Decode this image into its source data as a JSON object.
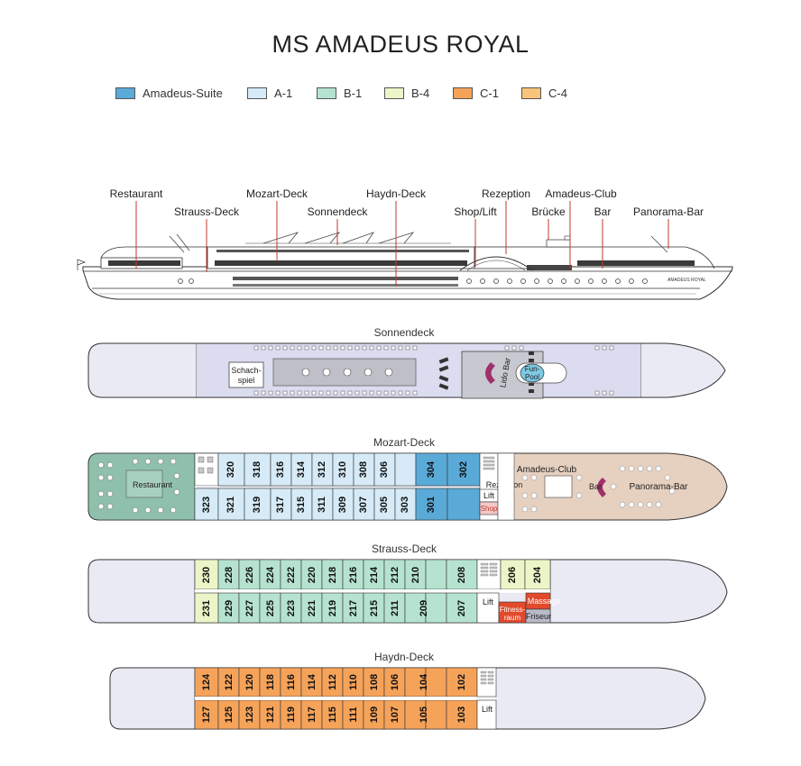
{
  "title": "MS AMADEUS ROYAL",
  "colors": {
    "Amadeus-Suite": "#5aaad8",
    "A-1": "#d6ebf7",
    "B-1": "#b6e3cf",
    "B-4": "#ecf5c8",
    "C-1": "#f6a35a",
    "C-4": "#f8c47a",
    "hull": "#e9eaf3",
    "deck_fill": "#dcdcf0",
    "restaurant": "#8fc0ac",
    "club": "#e6d0c0"
  },
  "legend": [
    {
      "label": "Amadeus-Suite",
      "color": "#5aaad8"
    },
    {
      "label": "A-1",
      "color": "#d6ebf7"
    },
    {
      "label": "B-1",
      "color": "#b6e3cf"
    },
    {
      "label": "B-4",
      "color": "#ecf5c8"
    },
    {
      "label": "C-1",
      "color": "#f6a35a"
    },
    {
      "label": "C-4",
      "color": "#f8c47a"
    }
  ],
  "side_view": {
    "labels": {
      "restaurant": "Restaurant",
      "strauss": "Strauss-Deck",
      "mozart": "Mozart-Deck",
      "sonnendeck": "Sonnendeck",
      "haydn": "Haydn-Deck",
      "shop": "Shop/Lift",
      "rezeption": "Rezeption",
      "bruecke": "Brücke",
      "club": "Amadeus-Club",
      "bar": "Bar",
      "panorama": "Panorama-Bar"
    },
    "ship_name": "AMADEUS ROYAL"
  },
  "decks": {
    "sonnendeck": {
      "title": "Sonnendeck",
      "schach": "Schach-spiel",
      "lido": "Lido Bar",
      "pool": "Fun-Pool"
    },
    "mozart": {
      "title": "Mozart-Deck",
      "restaurant": "Restaurant",
      "rezeption": "Rezeption",
      "lift": "Lift",
      "shop": "Shop",
      "club": "Amadeus-Club",
      "bar": "Bar",
      "panorama": "Panorama-Bar",
      "top": [
        "320",
        "318",
        "316",
        "314",
        "312",
        "310",
        "308",
        "306",
        "304",
        "302"
      ],
      "bottom": [
        "323",
        "321",
        "319",
        "317",
        "315",
        "311",
        "309",
        "307",
        "305",
        "303",
        "301"
      ]
    },
    "strauss": {
      "title": "Strauss-Deck",
      "lift": "Lift",
      "fitness": "Fitness-raum",
      "massage": "Massage",
      "friseur": "Friseur",
      "top": [
        "230",
        "228",
        "226",
        "224",
        "222",
        "220",
        "218",
        "216",
        "214",
        "212",
        "210",
        "208",
        "206",
        "204"
      ],
      "bottom": [
        "231",
        "229",
        "227",
        "225",
        "223",
        "221",
        "219",
        "217",
        "215",
        "211",
        "209",
        "207"
      ]
    },
    "haydn": {
      "title": "Haydn-Deck",
      "lift": "Lift",
      "top": [
        "124",
        "122",
        "120",
        "118",
        "116",
        "114",
        "112",
        "110",
        "108",
        "106",
        "104",
        "102"
      ],
      "bottom": [
        "127",
        "125",
        "123",
        "121",
        "119",
        "117",
        "115",
        "111",
        "109",
        "107",
        "105",
        "103"
      ]
    }
  }
}
